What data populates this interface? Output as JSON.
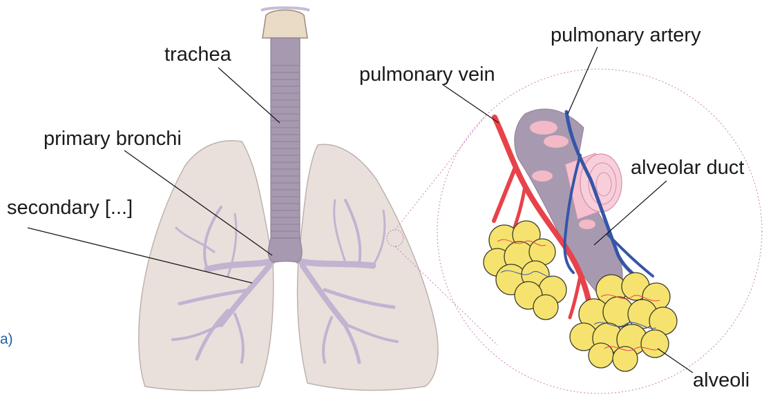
{
  "labels": {
    "trachea": "trachea",
    "primary_bronchi": "primary bronchi",
    "secondary": "secondary [...]",
    "pulmonary_vein": "pulmonary vein",
    "pulmonary_artery": "pulmonary artery",
    "alveolar_duct": "alveolar duct",
    "alveoli": "alveoli"
  },
  "corner_mark": "a)",
  "colors": {
    "lung_fill": "#e9e0dc",
    "lung_stroke": "#bdb1ab",
    "trachea": "#a79ab0",
    "bronchi": "#c2b3d1",
    "vein": "#e8424a",
    "artery": "#3655a8",
    "duct": "#a79ab0",
    "alveoli": "#f6e36f",
    "accent": "#c47fb6"
  }
}
